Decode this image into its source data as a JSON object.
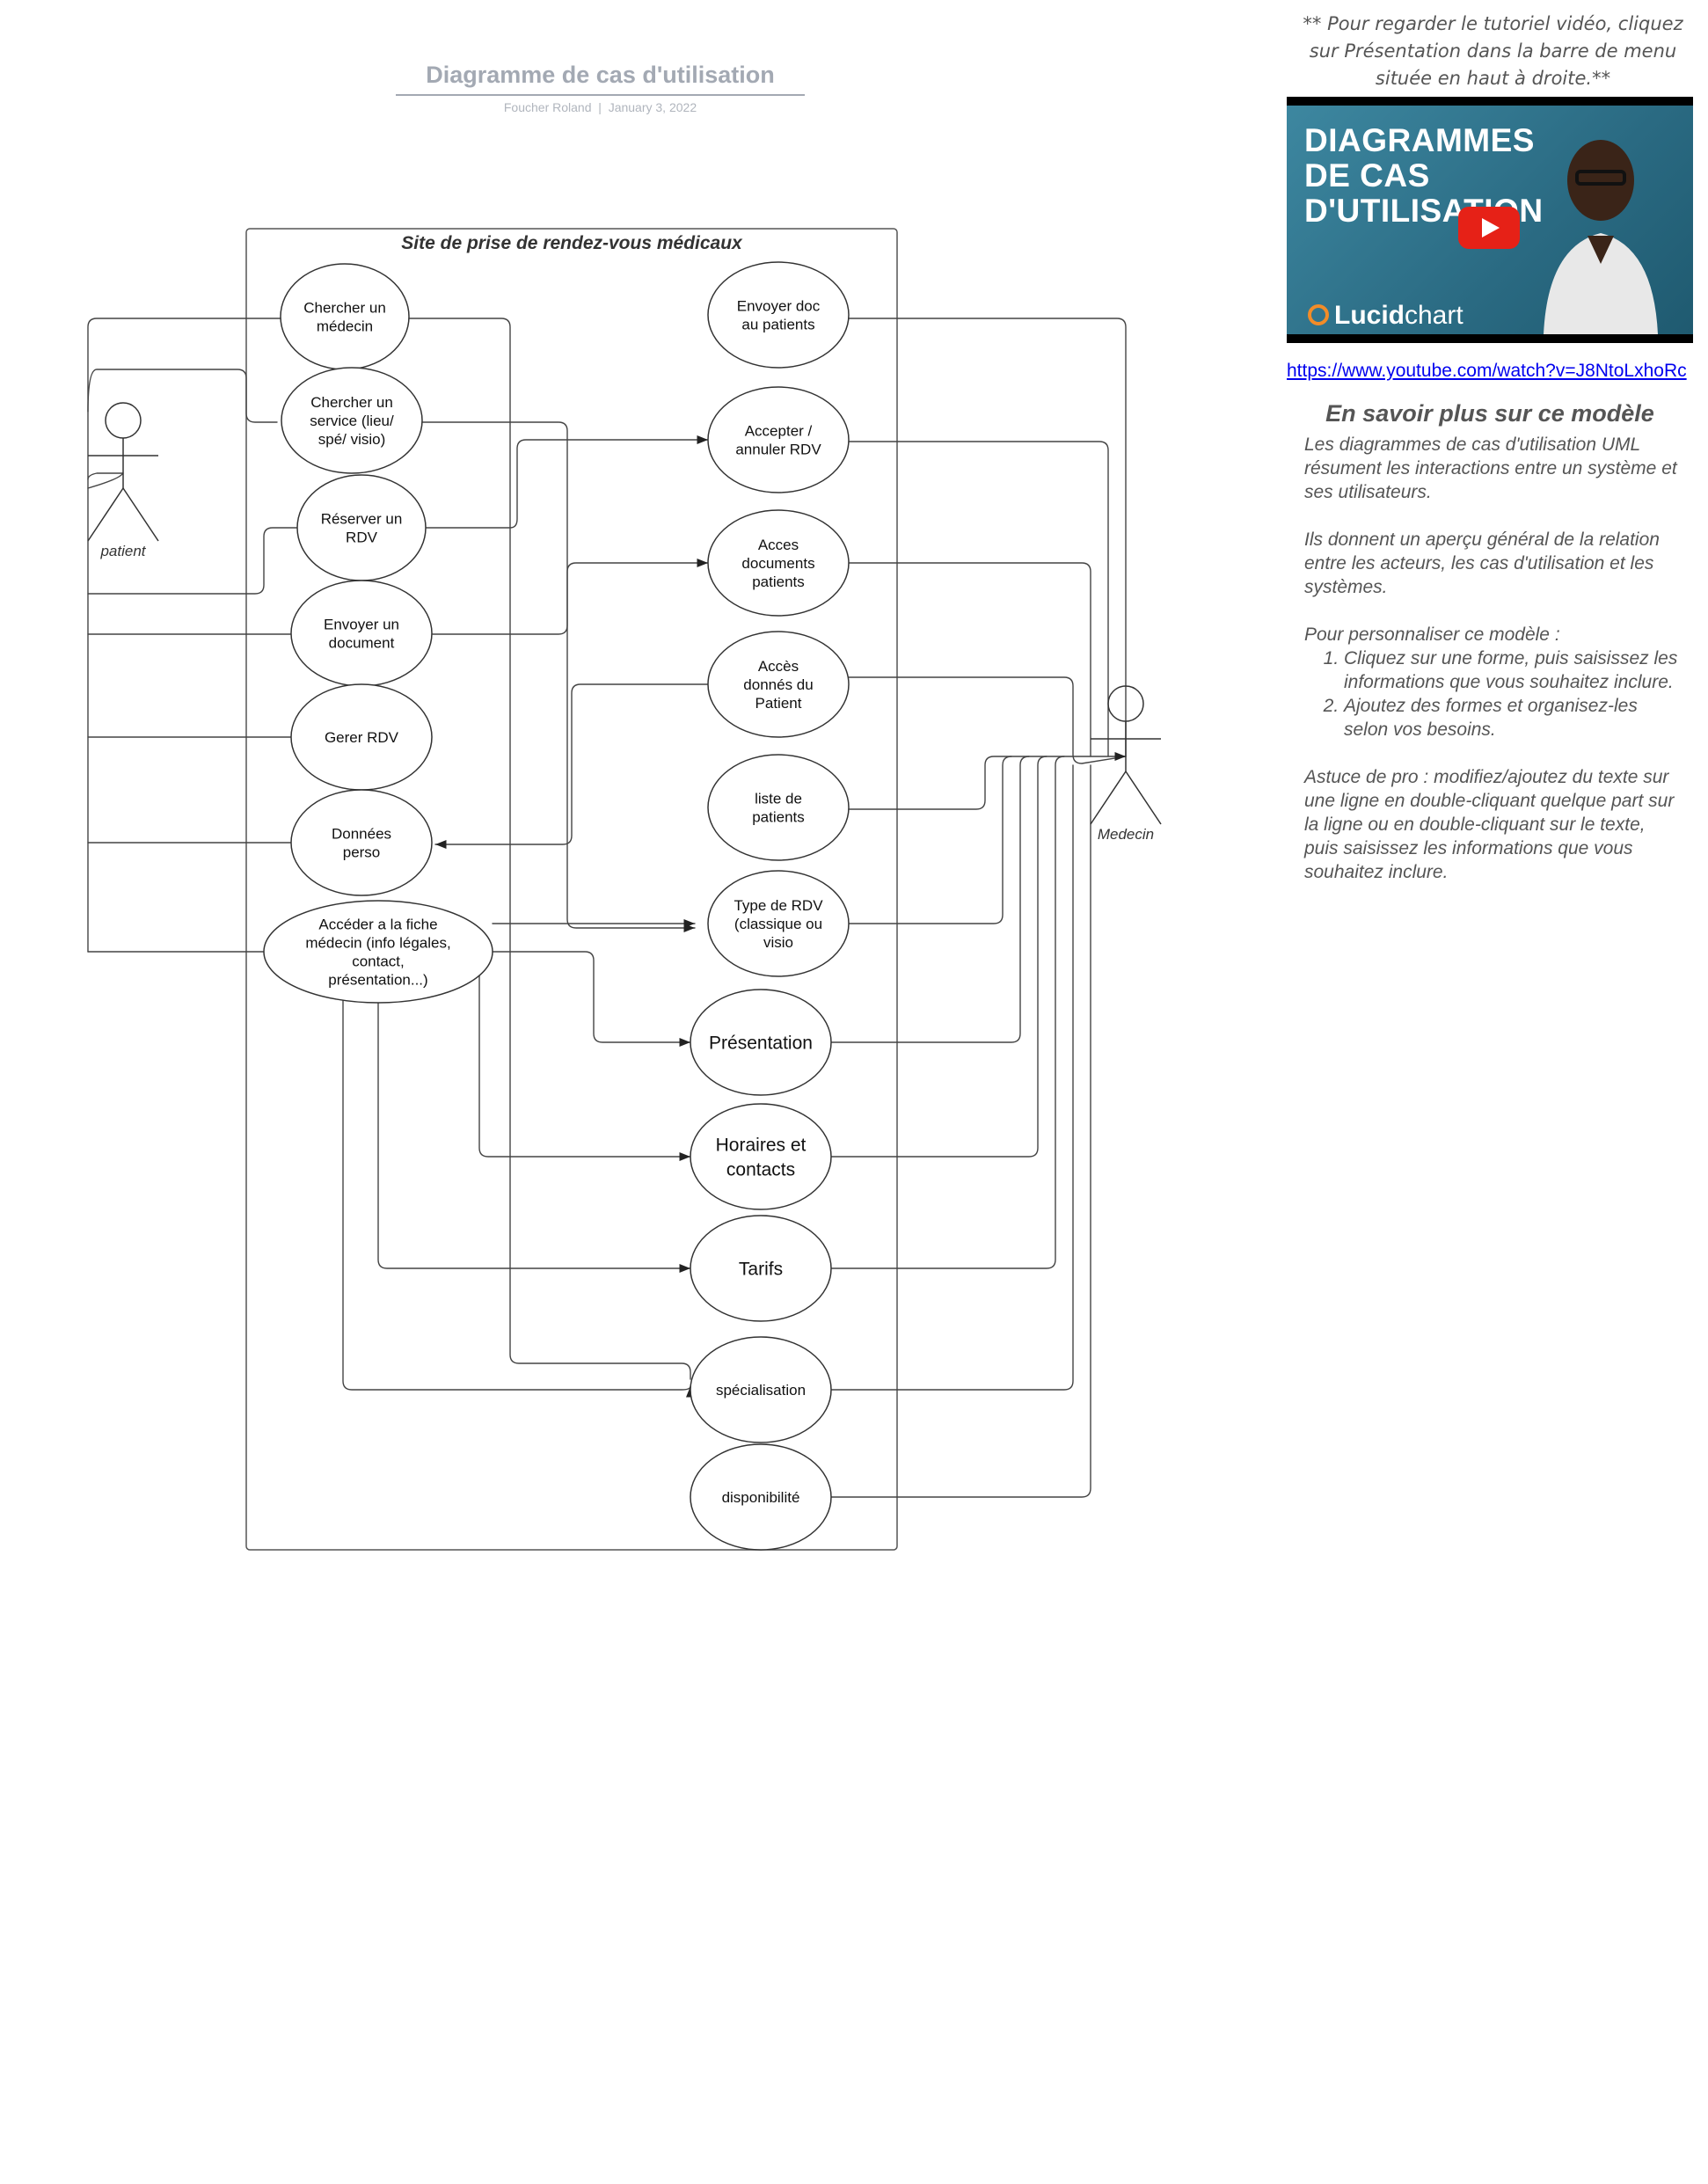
{
  "header": {
    "title": "Diagramme de cas d'utilisation",
    "author": "Foucher Roland",
    "separator": "|",
    "date": "January 3, 2022"
  },
  "diagram": {
    "system_title": "Site de prise de rendez-vous médicaux",
    "actors": {
      "patient": "patient",
      "medecin": "Medecin"
    },
    "use_cases": {
      "chercher_medecin": [
        "Chercher un",
        "médecin"
      ],
      "chercher_service": [
        "Chercher un",
        "service (lieu/",
        "spé/ visio)"
      ],
      "reserver_rdv": [
        "Réserver un",
        "RDV"
      ],
      "envoyer_document": [
        "Envoyer un",
        "document"
      ],
      "gerer_rdv": [
        "Gerer RDV"
      ],
      "donnees_perso": [
        "Données",
        "perso"
      ],
      "acceder_fiche": [
        "Accéder a la fiche",
        "médecin (info légales,",
        "contact,",
        "présentation...)"
      ],
      "envoyer_doc_patients": [
        "Envoyer doc",
        "au patients"
      ],
      "accepter_annuler": [
        "Accepter /",
        "annuler RDV"
      ],
      "acces_documents": [
        "Acces",
        "documents",
        "patients"
      ],
      "acces_donnes": [
        "Accès",
        "donnés du",
        "Patient"
      ],
      "liste_patients": [
        "liste de",
        "patients"
      ],
      "type_rdv": [
        "Type de RDV",
        "(classique ou",
        "visio"
      ],
      "presentation": [
        "Présentation"
      ],
      "horaires": [
        "Horaires et",
        "contacts"
      ],
      "tarifs": [
        "Tarifs"
      ],
      "specialisation": [
        "spécialisation"
      ],
      "disponibilite": [
        "disponibilité"
      ]
    }
  },
  "sidebar": {
    "tutorial_note": "** Pour regarder le tutoriel vidéo, cliquez sur Présentation dans la barre de menu située en haut à droite.**",
    "video": {
      "title_lines": [
        "DIAGRAMMES",
        "DE CAS",
        "D'UTILISATION"
      ],
      "brand_bold": "Lucid",
      "brand_light": "chart",
      "icon": "youtube-play-icon"
    },
    "link": "https://www.youtube.com/watch?v=J8NtoLxhoRc",
    "info_title": "En savoir plus sur ce modèle",
    "para1": "Les diagrammes de cas d'utilisation UML résument les interactions entre un système et ses utilisateurs.",
    "para2": "Ils donnent un aperçu général de la relation entre les acteurs, les cas d'utilisation et les systèmes.",
    "para3": "Pour personnaliser ce modèle :",
    "steps": [
      "Cliquez sur une forme, puis saisissez les informations que vous souhaitez inclure.",
      "Ajoutez des formes et organisez-les selon vos besoins."
    ],
    "tip": "Astuce de pro : modifiez/ajoutez du texte sur une ligne en double-cliquant quelque part sur la ligne ou en double-cliquant sur le texte, puis saisissez les informations que vous souhaitez inclure."
  }
}
